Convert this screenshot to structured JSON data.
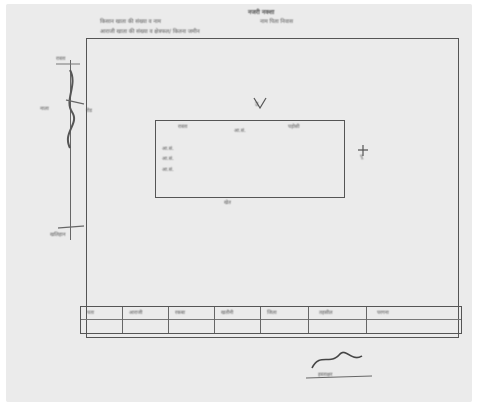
{
  "header": {
    "title": "नजरी नक्शा",
    "line1_left": "किसान खाता की संख्या व नाम",
    "line1_right": "नाम पिता निवास",
    "line2": "आराजी खाता की संख्या व क्षेत्रफल/ कितना जमीन"
  },
  "left_markings": {
    "label_top": "रास्ता",
    "label_mid": "नाला",
    "label_mid_right": "रोड",
    "label_bottom": "खलिहान"
  },
  "plot": {
    "north_label": "उ",
    "top_left_label": "रास्ता",
    "top_center_label": "आ.सं.",
    "top_right_label": "पड़ोसी",
    "bottom_label": "खेत",
    "side_label": "पू",
    "plots": [
      "आ.सं.",
      "आ.सं.",
      "आ.सं."
    ]
  },
  "table": {
    "cells": [
      "पता",
      "आराजी",
      "रकबा",
      "खतौनी",
      "जिला",
      "तहसील",
      "परगना"
    ]
  },
  "signature": {
    "label": "हस्ताक्षर"
  }
}
